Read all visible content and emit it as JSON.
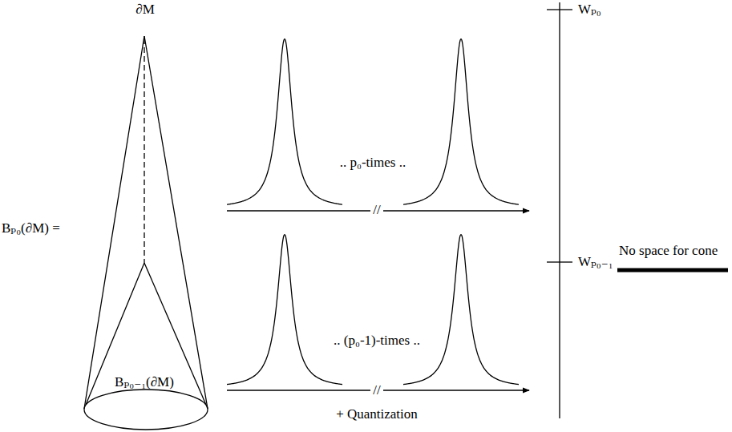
{
  "diagram": {
    "labels": [
      "∂M",
      "Bₚ₀(∂M) =",
      "Bₚ₀₋₁(∂M)",
      ".. p₀-times ..",
      "//",
      ".. (p₀-1)-times ..",
      "//",
      "+ Quantization",
      "Wₚ₀",
      "Wₚ₀₋₁",
      "No space for cone"
    ]
  }
}
